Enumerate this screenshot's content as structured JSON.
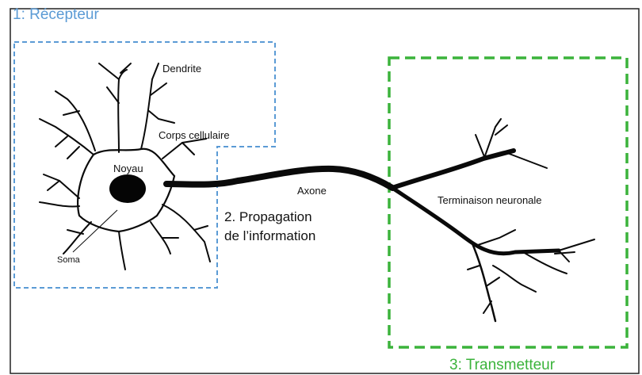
{
  "labels": {
    "recepteur": "1: Récepteur",
    "dendrite": "Dendrite",
    "corps_cellulaire": "Corps cellulaire",
    "noyau": "Noyau",
    "soma": "Soma",
    "axone": "Axone",
    "propagation_line1": "2. Propagation",
    "propagation_line2": "de l’information",
    "terminaison": "Terminaison neuronale",
    "transmetteur": "3: Transmetteur"
  },
  "colors": {
    "recepteur_box": "#5b9bd5",
    "transmetteur_box": "#3bb33b",
    "neuron": "#0a0a0a",
    "frame": "#222222"
  }
}
